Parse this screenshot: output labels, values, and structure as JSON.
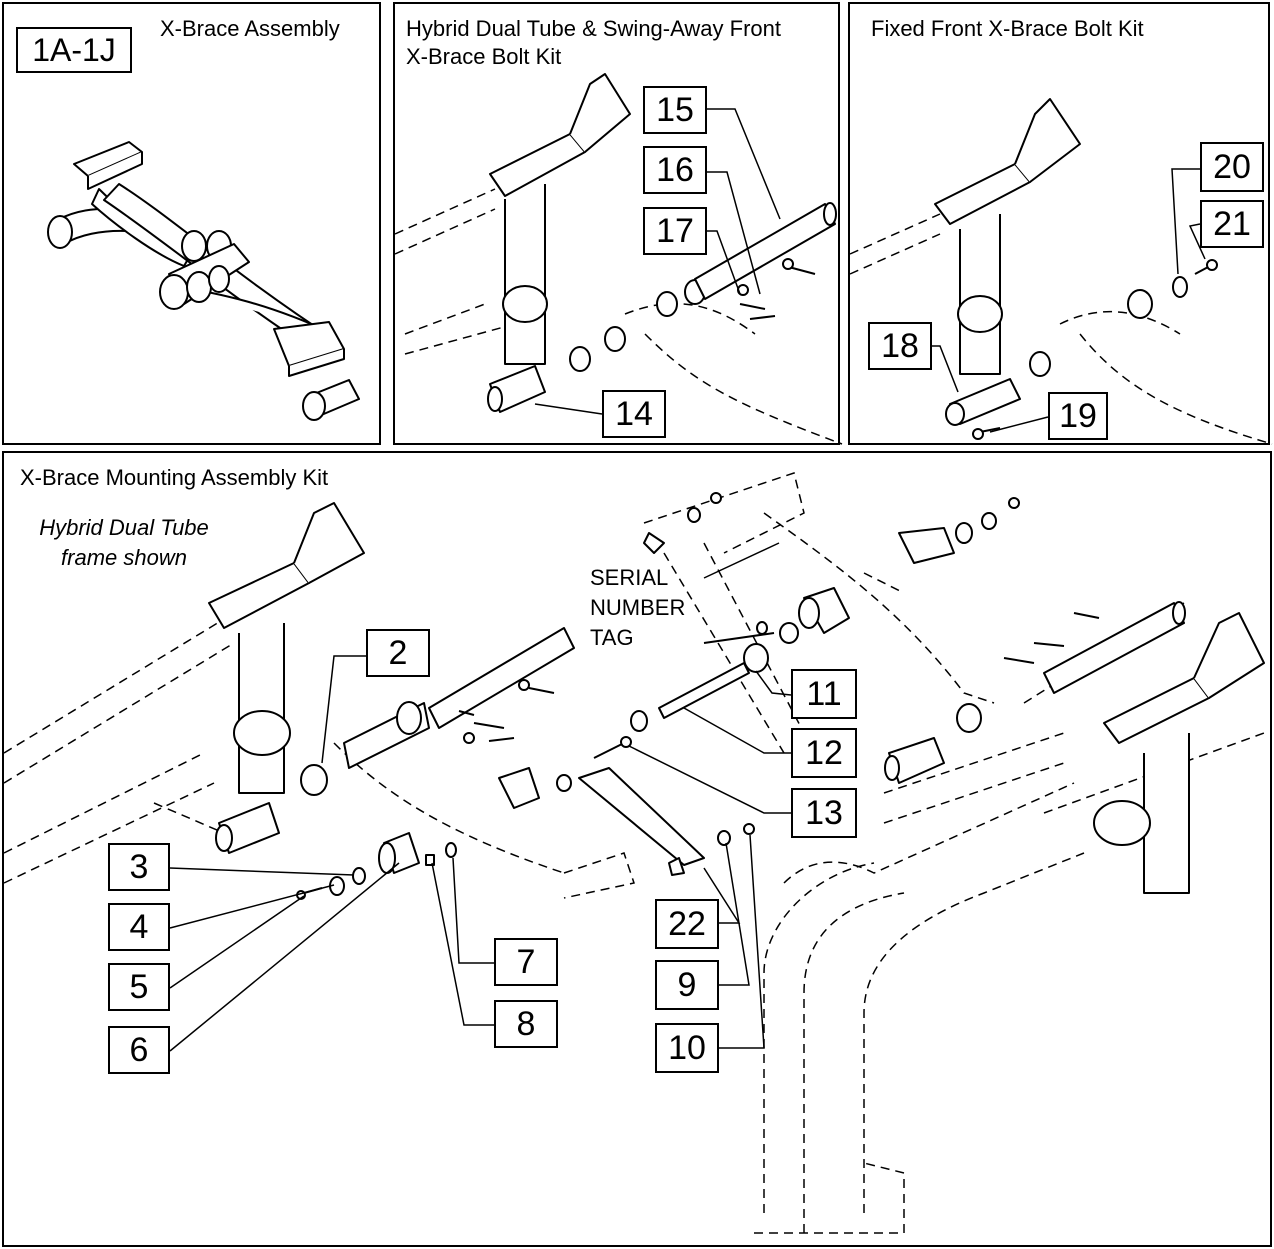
{
  "panels": {
    "xbrace_assembly": {
      "title": "X-Brace Assembly",
      "badge": "1A-1J"
    },
    "hybrid_kit": {
      "title_line1": "Hybrid Dual Tube & Swing-Away Front",
      "title_line2": "X-Brace Bolt Kit"
    },
    "fixed_kit": {
      "title": "Fixed Front X-Brace Bolt Kit"
    },
    "mounting_kit": {
      "title": "X-Brace Mounting Assembly Kit",
      "note_line1": "Hybrid Dual Tube",
      "note_line2": "frame shown",
      "serial_line1": "SERIAL",
      "serial_line2": "NUMBER",
      "serial_line3": "TAG"
    }
  },
  "callouts": {
    "c2": "2",
    "c3": "3",
    "c4": "4",
    "c5": "5",
    "c6": "6",
    "c7": "7",
    "c8": "8",
    "c9": "9",
    "c10": "10",
    "c11": "11",
    "c12": "12",
    "c13": "13",
    "c14": "14",
    "c15": "15",
    "c16": "16",
    "c17": "17",
    "c18": "18",
    "c19": "19",
    "c20": "20",
    "c21": "21",
    "c22": "22"
  },
  "colors": {
    "line": "#000000",
    "background": "#ffffff"
  }
}
